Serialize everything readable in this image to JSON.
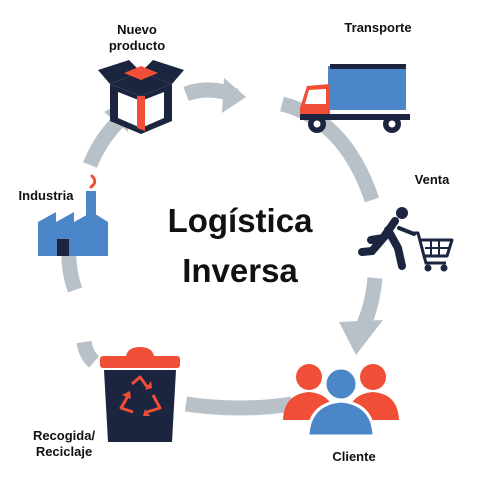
{
  "title": {
    "line1": "Logística",
    "line2": "Inversa"
  },
  "nodes": [
    {
      "id": "nuevo-producto",
      "lines": [
        "Nuevo",
        "producto"
      ],
      "icon": "box-icon"
    },
    {
      "id": "transporte",
      "lines": [
        "Transporte"
      ],
      "icon": "truck-icon"
    },
    {
      "id": "venta",
      "lines": [
        "Venta"
      ],
      "icon": "shopping-cart-icon"
    },
    {
      "id": "cliente",
      "lines": [
        "Cliente"
      ],
      "icon": "people-icon"
    },
    {
      "id": "recogida",
      "lines": [
        "Recogida/",
        "Reciclaje"
      ],
      "icon": "recycle-bin-icon"
    },
    {
      "id": "industria",
      "lines": [
        "Industria"
      ],
      "icon": "factory-icon"
    }
  ],
  "colors": {
    "accent": "#f04e37",
    "navy": "#1c2540",
    "blue": "#4a86c8",
    "arrow": "#b8c0c8"
  }
}
